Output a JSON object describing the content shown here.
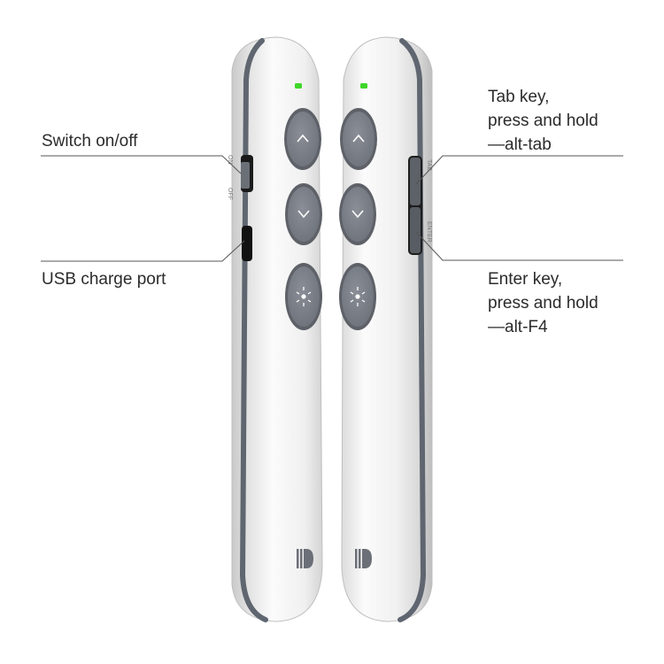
{
  "callouts": {
    "switch": {
      "text": "Switch on/off"
    },
    "usb": {
      "text": "USB charge port"
    },
    "tab": {
      "line1": "Tab key,",
      "line2": "press and hold",
      "line3": "—alt-tab"
    },
    "enter": {
      "line1": "Enter key,",
      "line2": "press and hold",
      "line3": "—alt-F4"
    }
  },
  "device_left": {
    "side_labels": {
      "on": "ON",
      "off": "OFF"
    },
    "buttons": [
      {
        "icon": "chevron-up-icon",
        "glyph": "^"
      },
      {
        "icon": "chevron-down-icon",
        "glyph": "v"
      },
      {
        "icon": "laser-light-icon",
        "glyph": "*"
      }
    ],
    "led_color": "#3fd62a"
  },
  "device_right": {
    "side_labels": {
      "tab": "TAB",
      "enter": "ENTER"
    },
    "buttons": [
      {
        "icon": "chevron-up-icon",
        "glyph": "^"
      },
      {
        "icon": "chevron-down-icon",
        "glyph": "v"
      },
      {
        "icon": "laser-light-icon",
        "glyph": "*"
      }
    ],
    "led_color": "#3fd62a"
  },
  "colors": {
    "body": "#f2f2f2",
    "stripe": "#5f6670",
    "button": "#7b7f87",
    "button_ring": "#5e6168",
    "led": "#3fd62a",
    "line": "#555555"
  }
}
